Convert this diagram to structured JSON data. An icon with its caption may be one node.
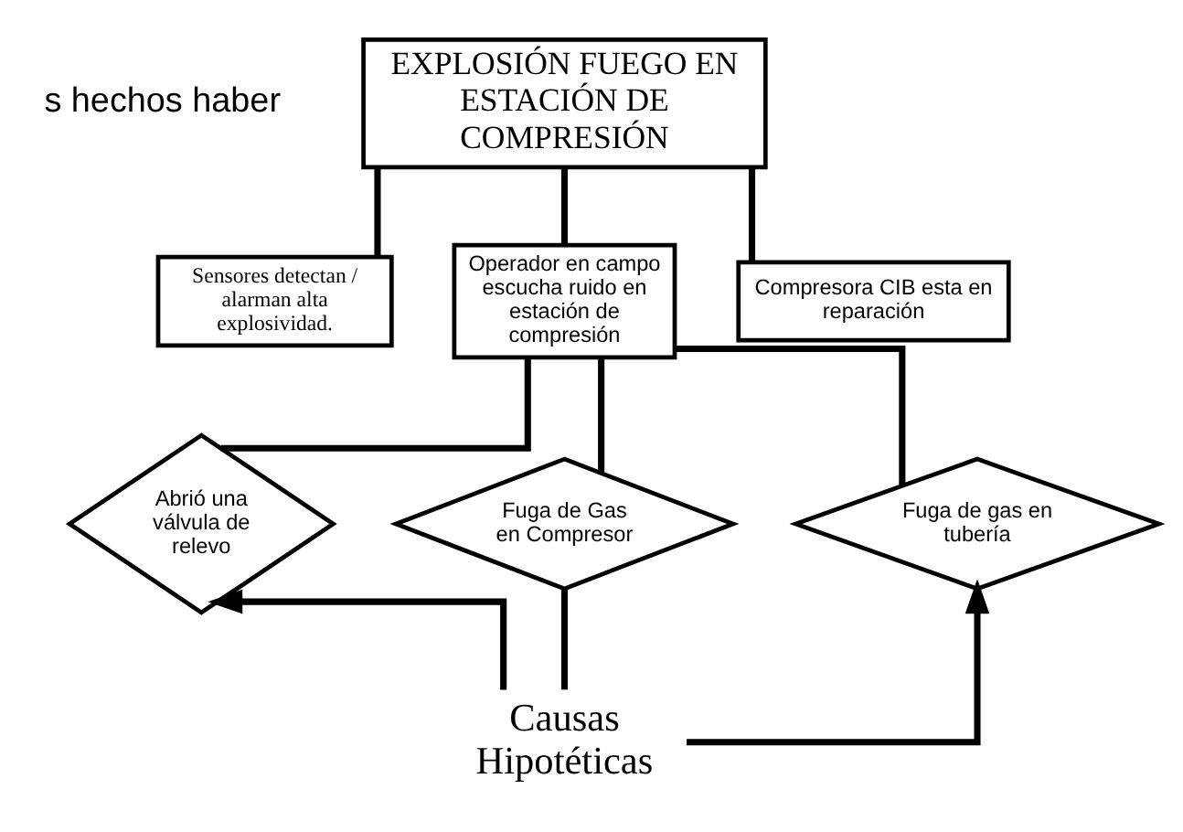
{
  "diagram": {
    "nodes": [
      {
        "text": [
          "EXPLOSIÓN FUEGO EN ESTACIÓN DE COMPRESIÓN"
        ]
      },
      {
        "text": [
          "Sensores detectan / alarman alta explosividad."
        ]
      },
      {
        "text": [
          "Operador en campo escucha ruido en estación de compresión"
        ]
      },
      {
        "text": [
          "Compresora CIB esta en reparación"
        ]
      },
      {
        "text": [
          "Abrió una válvula de relevo"
        ]
      },
      {
        "text": [
          "Fuga de Gas en Compresor"
        ]
      },
      {
        "text": [
          "Fuga de gas en tubería"
        ]
      },
      {
        "text": [
          "Causas Hipotéticas"
        ]
      }
    ],
    "edges": [
      {
        "from": 0,
        "to": 1,
        "arrow": "none"
      },
      {
        "from": 0,
        "to": 2,
        "arrow": "none"
      },
      {
        "from": 0,
        "to": 3,
        "arrow": "none"
      },
      {
        "from": 2,
        "to": 4,
        "arrow": "none"
      },
      {
        "from": 2,
        "to": 5,
        "arrow": "none"
      },
      {
        "from": 2,
        "to": 6,
        "arrow": "none"
      },
      {
        "from": 7,
        "to": 4,
        "arrow": "to"
      },
      {
        "from": 7,
        "to": 5,
        "arrow": "none"
      },
      {
        "from": 7,
        "to": 6,
        "arrow": "to"
      }
    ],
    "labels": [
      "s hechos haber"
    ]
  }
}
